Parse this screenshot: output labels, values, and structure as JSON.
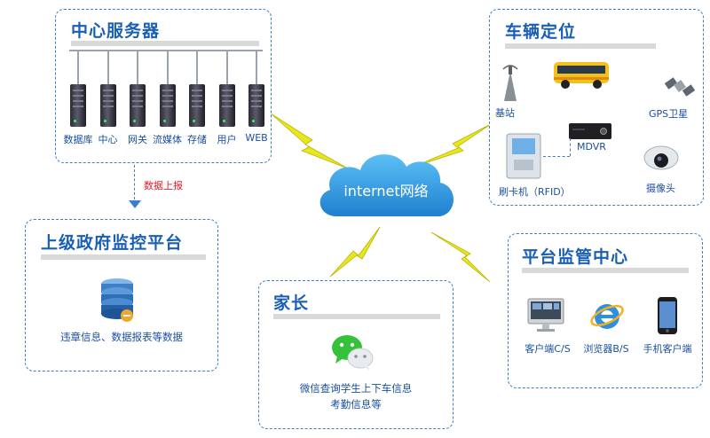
{
  "cloud": {
    "label": "internet网络"
  },
  "center_server": {
    "title": "中心服务器",
    "servers": [
      "数据库",
      "中心",
      "网关",
      "流媒体",
      "存储",
      "用户",
      "WEB"
    ]
  },
  "report_arrow": {
    "label": "数据上报"
  },
  "gov_platform": {
    "title": "上级政府监控平台",
    "icon": "database-icon",
    "desc": "违章信息、数据报表等数据"
  },
  "parent": {
    "title": "家长",
    "icon": "wechat-icon",
    "desc_line1": "微信查询学生上下车信息",
    "desc_line2": "考勤信息等"
  },
  "vehicle": {
    "title": "车辆定位",
    "base_station": "基站",
    "gps": "GPS卫星",
    "mdvr": "MDVR",
    "card_reader": "刷卡机（RFID）",
    "camera": "摄像头"
  },
  "platform_center": {
    "title": "平台监管中心",
    "clients": [
      "客户端C/S",
      "浏览器B/S",
      "手机客户端"
    ]
  },
  "colors": {
    "accent": "#1a5fb4",
    "bolt": "#e3e21a",
    "cloud": "#2f9fe8",
    "report": "#d81e2a"
  }
}
